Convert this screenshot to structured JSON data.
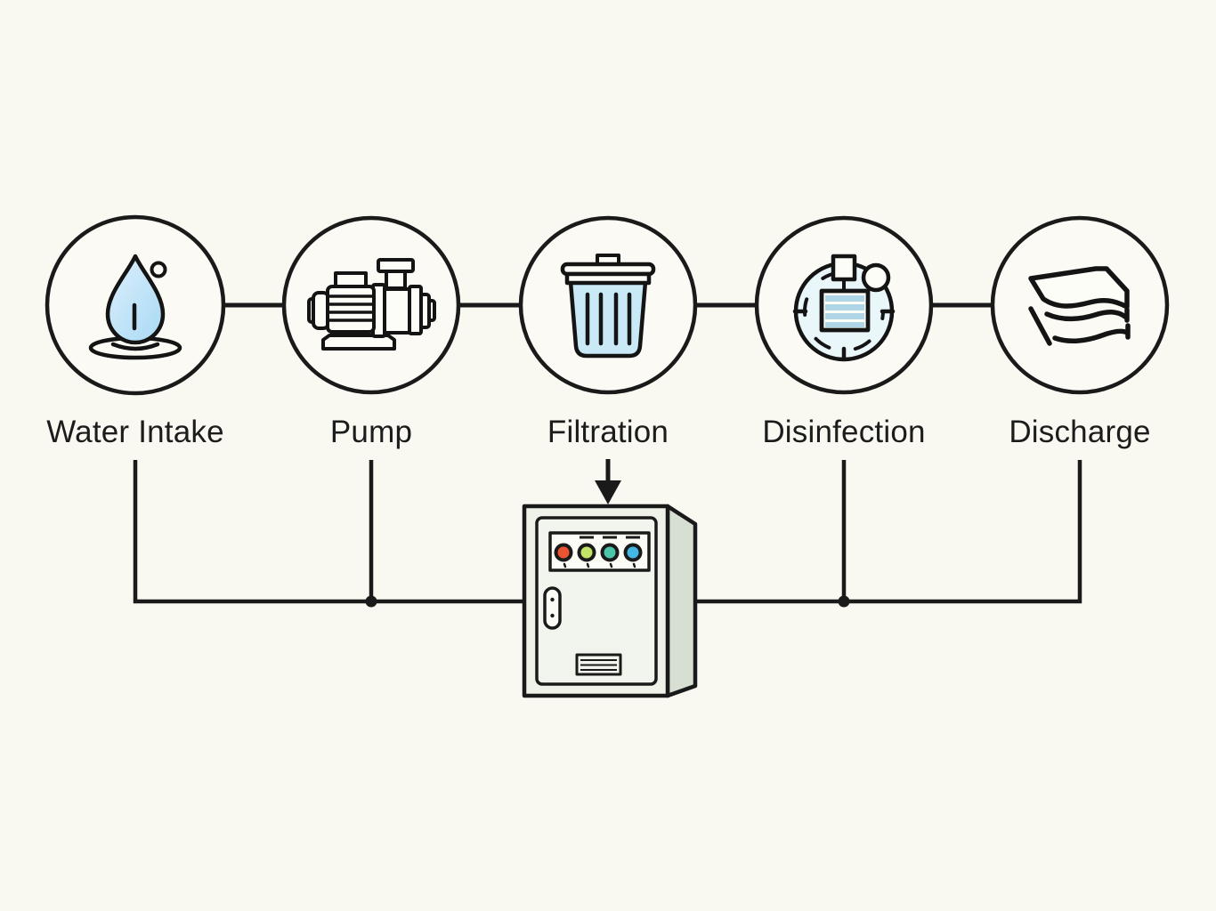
{
  "background_color": "#f9f8f1",
  "stroke_color": "#1a1a1a",
  "stages": [
    {
      "label": "Water Intake",
      "icon": "water-drop-icon"
    },
    {
      "label": "Pump",
      "icon": "pump-icon"
    },
    {
      "label": "Filtration",
      "icon": "trash-bin-icon"
    },
    {
      "label": "Disinfection",
      "icon": "disinfection-chamber-icon"
    },
    {
      "label": "Discharge",
      "icon": "water-waves-icon"
    }
  ],
  "control_panel": {
    "front_color": "#eef2e9",
    "side_color": "#d7dfd2",
    "door_color": "#f1f5ee",
    "panel_color": "#fcfcf7",
    "indicator_lights": [
      "#ea5430",
      "#c3e567",
      "#4cc6a8",
      "#43b7e6"
    ]
  },
  "icon_colors": {
    "water_blue_light": "#ddf0fc",
    "water_blue": "#a8d9f4",
    "bin_blue": "#c9e9f7",
    "disinfection_fill": "#e9f6fa",
    "stripe_blue": "#aed6e6",
    "node_fill": "#fbfaf4"
  }
}
